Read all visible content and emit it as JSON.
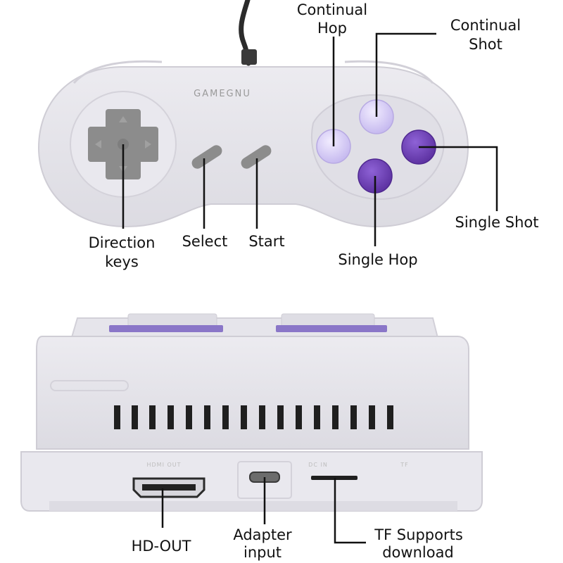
{
  "controller": {
    "brand": "GAMEGNU",
    "labels": {
      "continual_hop_line1": "Continual",
      "continual_hop_line2": "Hop",
      "continual_shot_line1": "Continual",
      "continual_shot_line2": "Shot",
      "single_shot": "Single Shot",
      "single_hop": "Single Hop",
      "direction_line1": "Direction",
      "direction_line2": "keys",
      "select": "Select",
      "start": "Start"
    }
  },
  "console": {
    "port_marks": {
      "hdmi": "HDMI OUT",
      "dc": "DC IN",
      "tf": "TF"
    },
    "labels": {
      "hd_out": "HD-OUT",
      "adapter_line1": "Adapter",
      "adapter_line2": "input",
      "tf_line1": "TF Supports",
      "tf_line2": "download"
    }
  },
  "colors": {
    "shell": "#e4e3e8",
    "shell_shadow": "#cfcdd5",
    "dpad": "#8c8c8c",
    "button_light": "#d9cff5",
    "button_dark": "#6b3fb0",
    "accent_purple": "#8a76c8"
  }
}
